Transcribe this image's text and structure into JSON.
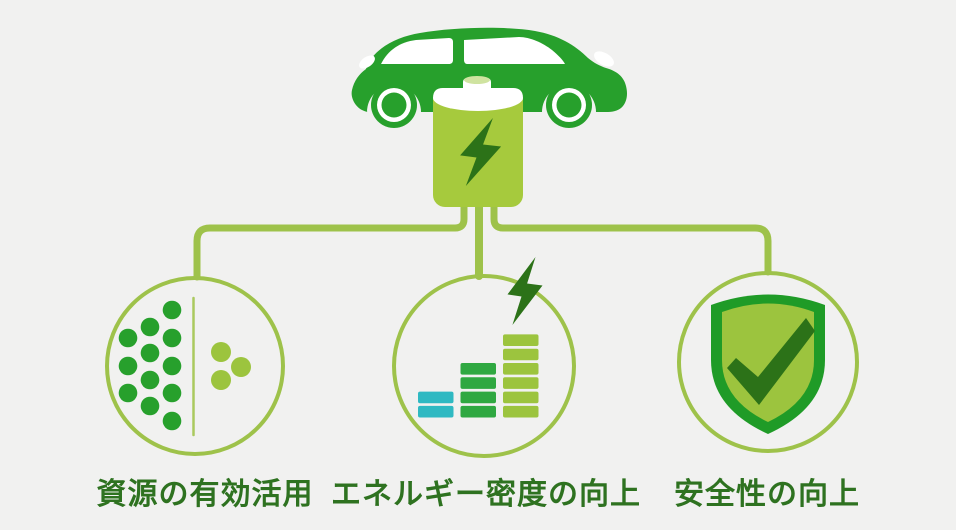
{
  "page": {
    "background": "#f1f1f0"
  },
  "colors": {
    "brand_green": "#27a02c",
    "leaf_green": "#a6ca3d",
    "line_green": "#9ec24a",
    "dark_green": "#2c7218",
    "teal": "#2fb9c2",
    "mid_green": "#2fa841",
    "light_green": "#9cc43e",
    "text_green": "#2e7220",
    "background_gray": "#f1f1f0"
  },
  "hero": {
    "car_icon": "eco-car-icon",
    "battery_icon": "battery-lightning-icon"
  },
  "branches": [
    {
      "id": "resources",
      "icon": "resource-dots-icon",
      "label": "資源の有効活用",
      "dots": {
        "large_count": 12,
        "small_count": 3
      }
    },
    {
      "id": "energy-density",
      "icon": "energy-bars-icon",
      "label": "エネルギー密度の向上",
      "bars": {
        "segment_counts": [
          2,
          4,
          6
        ],
        "colors": [
          "#2fb9c2",
          "#2fa841",
          "#9cc43e"
        ]
      }
    },
    {
      "id": "safety",
      "icon": "shield-check-icon",
      "label": "安全性の向上"
    }
  ]
}
